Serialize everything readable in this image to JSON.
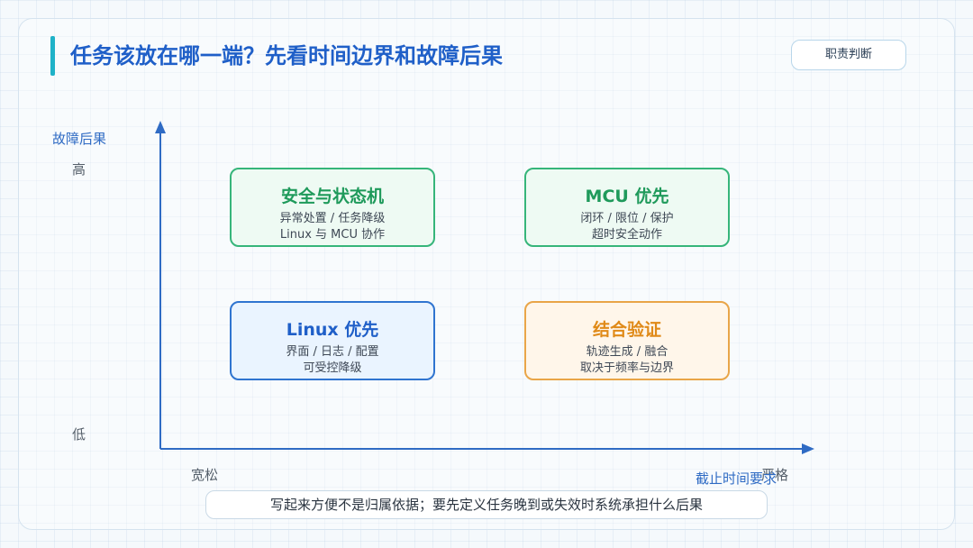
{
  "title": "任务该放在哪一端？先看时间边界和故障后果",
  "tag": "职责判断",
  "axes": {
    "y_title": "故障后果",
    "y_high": "高",
    "y_low": "低",
    "x_left": "宽松",
    "x_right": "严格",
    "x_title": "截止时间要求"
  },
  "quadrants": {
    "top_left": {
      "title": "安全与状态机",
      "line1": "异常处置 / 任务降级",
      "line2": "Linux 与 MCU 协作",
      "color": "#36b57a"
    },
    "top_right": {
      "title": "MCU 优先",
      "line1": "闭环 / 限位 / 保护",
      "line2": "超时安全动作",
      "color": "#36b57a"
    },
    "bottom_left": {
      "title": "Linux 优先",
      "line1": "界面 / 日志 / 配置",
      "line2": "可受控降级",
      "color": "#2f74d0"
    },
    "bottom_right": {
      "title": "结合验证",
      "line1": "轨迹生成 / 融合",
      "line2": "取决于频率与边界",
      "color": "#e9a548"
    }
  },
  "note": "写起来方便不是归属依据；要先定义任务晚到或失效时系统承担什么后果",
  "colors": {
    "accent": "#1f5fc8",
    "axis": "#2f6bc4",
    "title_bar": "#1fb2c8"
  }
}
